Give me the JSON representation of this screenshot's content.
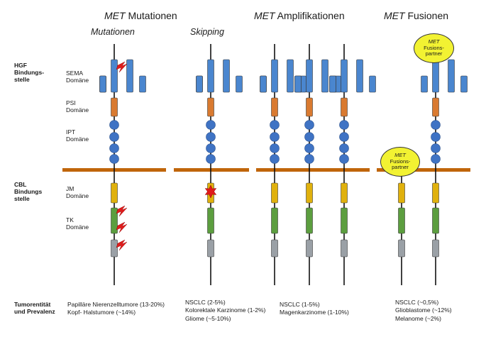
{
  "headers": {
    "mutations": {
      "italic": "MET",
      "rest": " Mutationen"
    },
    "amplifications": {
      "italic": "MET",
      "rest": " Amplifikationen"
    },
    "fusions": {
      "italic": "MET",
      "rest": " Fusionen"
    }
  },
  "subheaders": {
    "mutations": "Mutationen",
    "skipping": "Skipping"
  },
  "left_labels": {
    "hgf_line1": "HGF",
    "hgf_line2": "Bindungs-",
    "hgf_line3": "stelle",
    "sema_line1": "SEMA",
    "sema_line2": "Domäne",
    "psi_line1": "PSI",
    "psi_line2": "Domäne",
    "ipt_line1": "IPT",
    "ipt_line2": "Domäne",
    "cbl_line1": "CBL",
    "cbl_line2": "Bindungs",
    "cbl_line3": "stelle",
    "jm_line1": "JM",
    "jm_line2": "Domäne",
    "tk_line1": "TK",
    "tk_line2": "Domäne",
    "tumor_line1": "Tumorentität",
    "tumor_line2": "und Prevalenz"
  },
  "bubble": {
    "italic": "MET",
    "line2": "Fusions-",
    "line3": "partner"
  },
  "prevalence": {
    "mutations": [
      "Papilläre Nierenzelltumore (13-20%)",
      "Kopf- Halstumore (~14%)"
    ],
    "skipping": [
      "NSCLC (2-5%)",
      "Kolorektale Karzinome (1-2%)",
      "Gliome (~5-10%)"
    ],
    "amplifications": [
      "NSCLC (1-5%)",
      "Magenkarzinome (1-10%)"
    ],
    "fusions": [
      "NSCLC (~0,5%)",
      "Glioblastome (~12%)",
      "Melanome (~2%)"
    ]
  },
  "colors": {
    "sema": "#4a86cf",
    "psi": "#d97a30",
    "ipt": "#3f73c4",
    "membrane": "#c0650a",
    "jm": "#e0b10d",
    "tk": "#5c9e3f",
    "tail": "#9aa0a6",
    "bubble": "#f2f232",
    "lightning": "#e01b1b"
  }
}
